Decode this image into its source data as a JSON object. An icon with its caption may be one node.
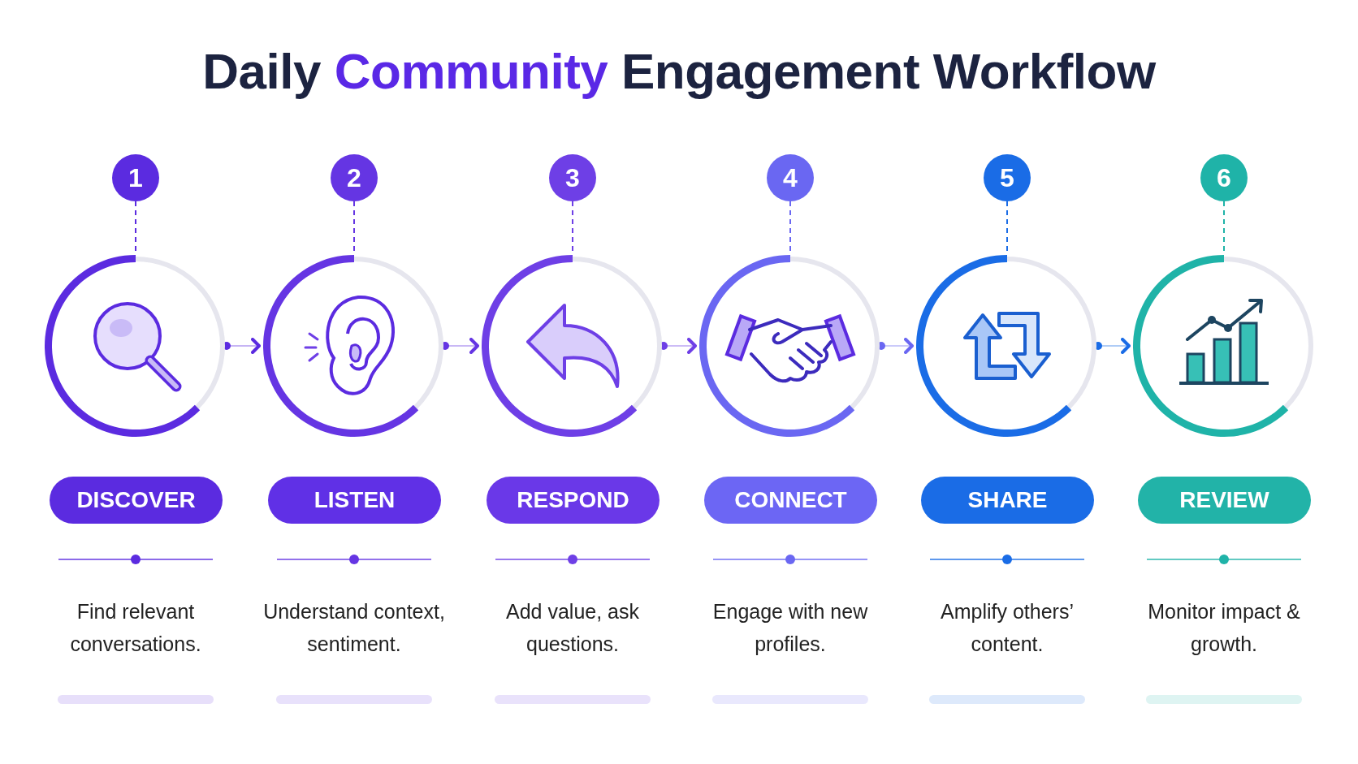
{
  "diagram": {
    "title": "Daily **Community** Engagement Workflow",
    "nodes": [
      {
        "text": [
          "1"
        ]
      },
      {
        "text": [],
        "shape": "circle"
      },
      {
        "text": [
          "DISCOVER"
        ]
      },
      {
        "text": [
          "2"
        ]
      },
      {
        "text": [],
        "shape": "circle"
      },
      {
        "text": [
          "LISTEN"
        ]
      },
      {
        "text": [
          "3"
        ]
      },
      {
        "text": [],
        "shape": "circle"
      },
      {
        "text": [
          "RESPOND"
        ]
      },
      {
        "text": [
          "4"
        ]
      },
      {
        "text": [],
        "shape": "circle"
      },
      {
        "text": [
          "CONNECT"
        ]
      },
      {
        "text": [
          "5"
        ]
      },
      {
        "text": [],
        "shape": "circle"
      },
      {
        "text": [
          "SHARE"
        ]
      },
      {
        "text": [
          "6"
        ]
      },
      {
        "text": [],
        "shape": "circle"
      },
      {
        "text": [
          "REVIEW"
        ]
      }
    ],
    "edges": [
      {
        "from": 0,
        "to": 1,
        "arrow": "none",
        "style": "dashed"
      },
      {
        "from": 3,
        "to": 4,
        "arrow": "none",
        "style": "dashed"
      },
      {
        "from": 6,
        "to": 7,
        "arrow": "none",
        "style": "dashed"
      },
      {
        "from": 9,
        "to": 10,
        "arrow": "none",
        "style": "dashed"
      },
      {
        "from": 12,
        "to": 13,
        "arrow": "none",
        "style": "dashed",
        "color": "#1a6ce6"
      },
      {
        "from": 15,
        "to": 16,
        "arrow": "none",
        "style": "dashed",
        "color": "#1fb3a8"
      },
      {
        "from": 1,
        "to": 4,
        "arrow": "to"
      },
      {
        "from": 4,
        "to": 7,
        "arrow": "to"
      },
      {
        "from": 7,
        "to": 10,
        "arrow": "to"
      },
      {
        "from": 10,
        "to": 13,
        "arrow": "to"
      },
      {
        "from": 13,
        "to": 16,
        "arrow": "to",
        "color": "#1a6ce6"
      }
    ],
    "labels": [
      "Find relevant conversations.",
      "Understand context, sentiment.",
      "Add value, ask questions.",
      "Engage with new profiles.",
      "Amplify others’ content.",
      "Monitor impact & growth."
    ]
  }
}
